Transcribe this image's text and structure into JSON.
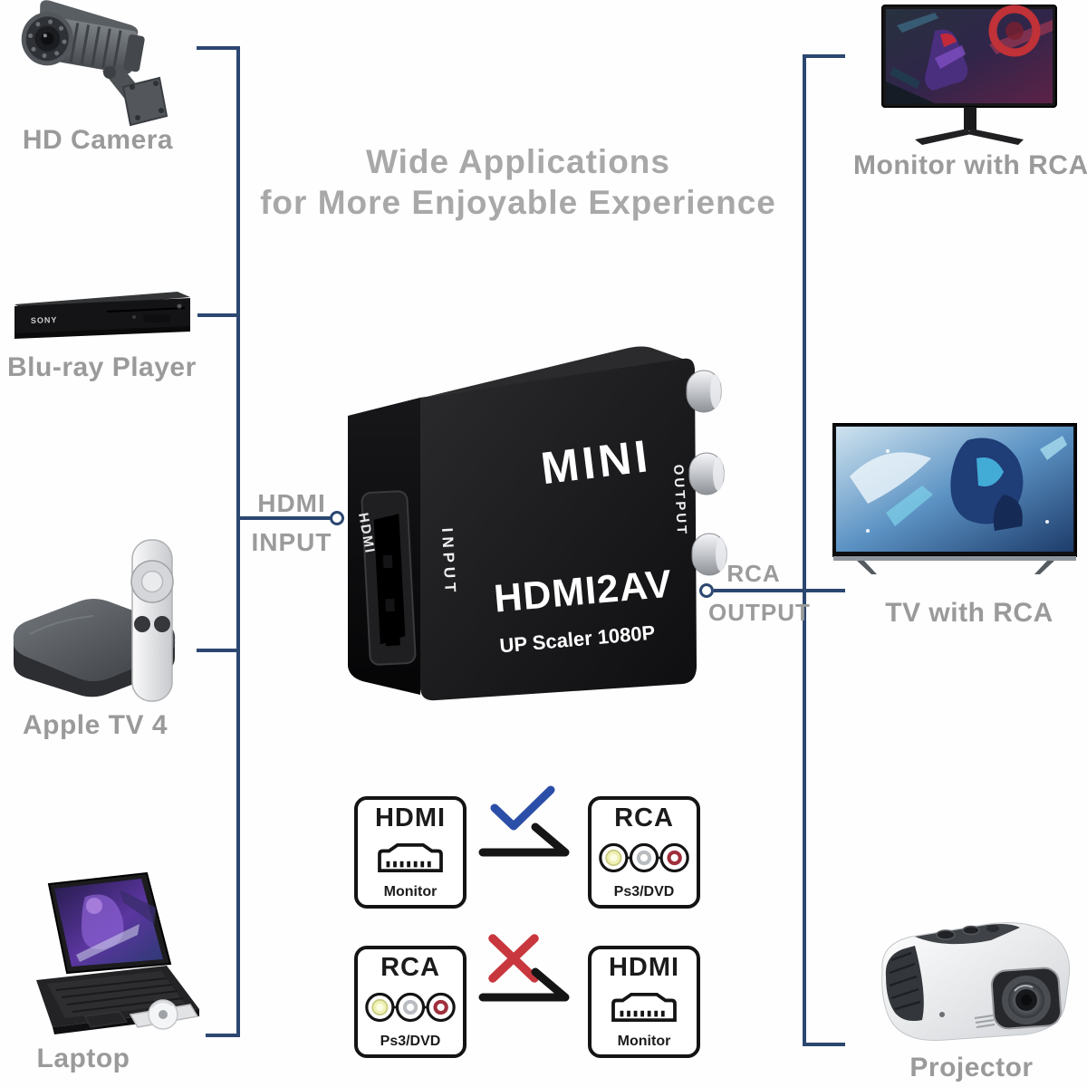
{
  "title": {
    "line1": "Wide Applications",
    "line2": "for More Enjoyable Experience"
  },
  "devices": {
    "left": [
      {
        "label": "HD Camera"
      },
      {
        "label": "Blu-ray Player",
        "brand": "SONY"
      },
      {
        "label": "Apple TV 4"
      },
      {
        "label": "Laptop"
      }
    ],
    "right": [
      {
        "label": "Monitor with RCA"
      },
      {
        "label": "TV with RCA"
      },
      {
        "label": "Projector"
      }
    ]
  },
  "converter": {
    "logo": "MINI",
    "model": "HDMI2AV",
    "subtitle": "UP Scaler 1080P",
    "side_label": "HDMI",
    "input_label": "INPUT",
    "output_label": "OUTPUT"
  },
  "connections": {
    "input": {
      "line1": "HDMI",
      "line2": "INPUT"
    },
    "output": {
      "line1": "RCA",
      "line2": "OUTPUT"
    }
  },
  "compatibility": {
    "rows": [
      {
        "from": {
          "title": "HDMI",
          "caption": "Monitor",
          "icon": "hdmi-port-icon"
        },
        "verdict": "supported",
        "to": {
          "title": "RCA",
          "caption": "Ps3/DVD",
          "icon": "rca-jacks-icon"
        }
      },
      {
        "from": {
          "title": "RCA",
          "caption": "Ps3/DVD",
          "icon": "rca-jacks-icon"
        },
        "verdict": "not-supported",
        "to": {
          "title": "HDMI",
          "caption": "Monitor",
          "icon": "hdmi-port-icon"
        }
      }
    ]
  },
  "colors": {
    "connector_line": "#2c4770",
    "check_blue": "#2b4fa8",
    "cross_red": "#c8373d",
    "label_gray": "#9a9a9a",
    "title_gray": "#a8a8a8",
    "device_body_black": "#1a1a1c"
  }
}
